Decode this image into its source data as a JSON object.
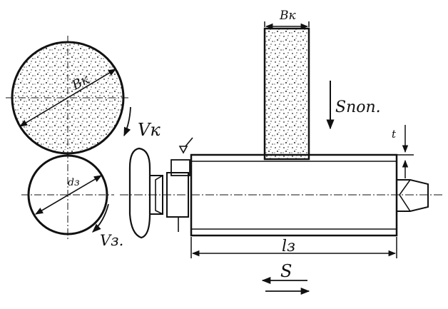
{
  "labels": {
    "wheel_diameter": "Bк",
    "wheel_width": "Bк",
    "wheel_speed": "Vк",
    "workpiece_diameter": "dз",
    "workpiece_speed": "Vз.",
    "plunge_feed": "Sпоп.",
    "depth": "t",
    "workpiece_length": "lз",
    "longitudinal_feed": "S"
  }
}
